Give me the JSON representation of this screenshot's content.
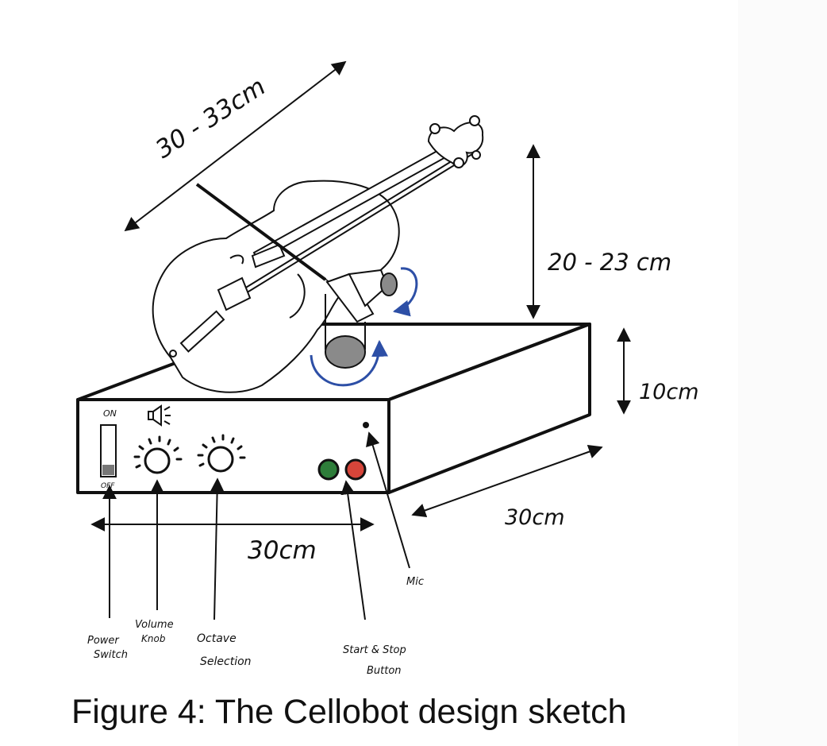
{
  "figure": {
    "caption": "Figure 4: The Cellobot design sketch"
  },
  "dimensions": {
    "cello_length": "30 - 33cm",
    "cello_height": "20 - 23 cm",
    "box_height": "10cm",
    "box_depth": "30cm",
    "box_width": "30cm"
  },
  "panel_labels": {
    "on": "ON",
    "off": "OFF"
  },
  "callouts": {
    "power_switch": [
      "Power",
      "Switch"
    ],
    "volume_knob": [
      "Volume",
      "Knob"
    ],
    "octave_selection": [
      "Octave",
      "Selection"
    ],
    "start_stop": [
      "Start & Stop",
      "Button"
    ],
    "mic": "Mic"
  },
  "colors": {
    "ink": "#111111",
    "motor_arrow": "#2d4fa6",
    "motor_fill": "#8a8a8a",
    "start_button": "#2e7d3a",
    "stop_button": "#d6453a"
  },
  "icons": {
    "speaker": "speaker-icon"
  }
}
